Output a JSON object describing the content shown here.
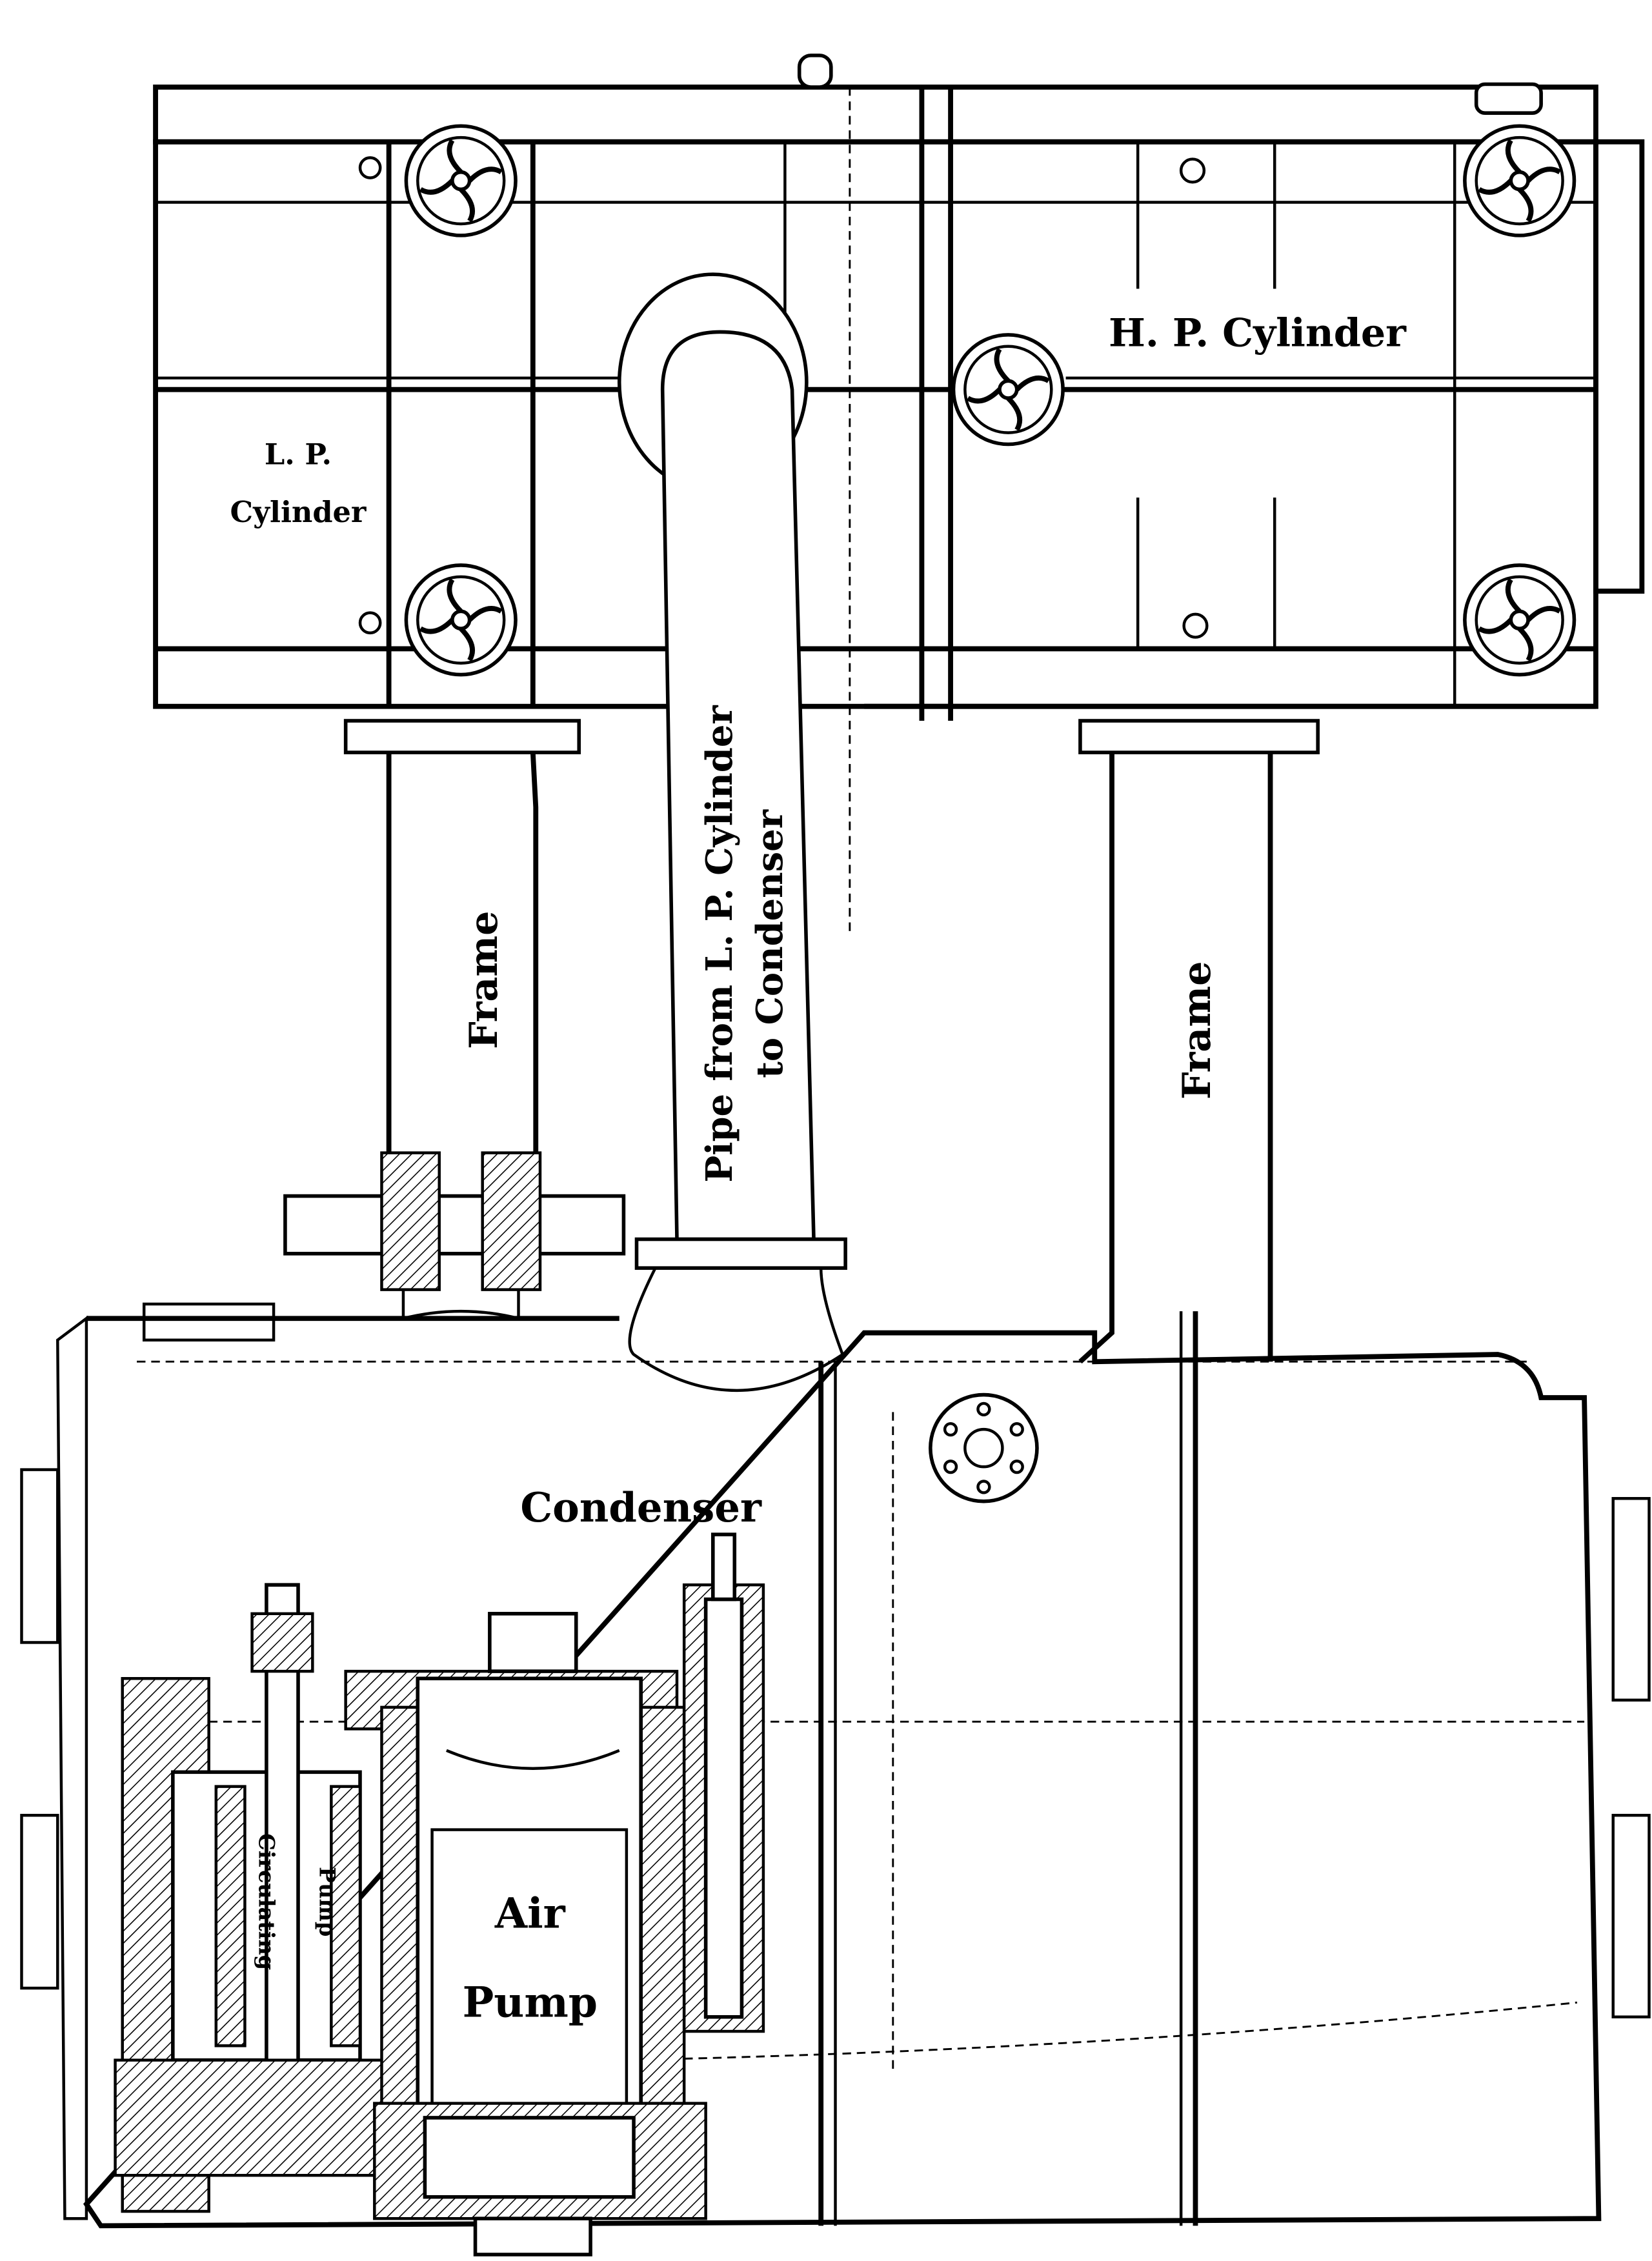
{
  "labels": {
    "hp_cylinder": "H. P. Cylinder",
    "lp_cylinder_line1": "L. P.",
    "lp_cylinder_line2": "Cylinder",
    "pipe_line1": "Pipe from L. P. Cylinder",
    "pipe_line2": "to Condenser",
    "frame_left": "Frame",
    "frame_right": "Frame",
    "condenser": "Condenser",
    "circulating_pump_line1": "Circulating",
    "circulating_pump_line2": "Pump",
    "air_pump_line1": "Air",
    "air_pump_line2": "Pump"
  }
}
